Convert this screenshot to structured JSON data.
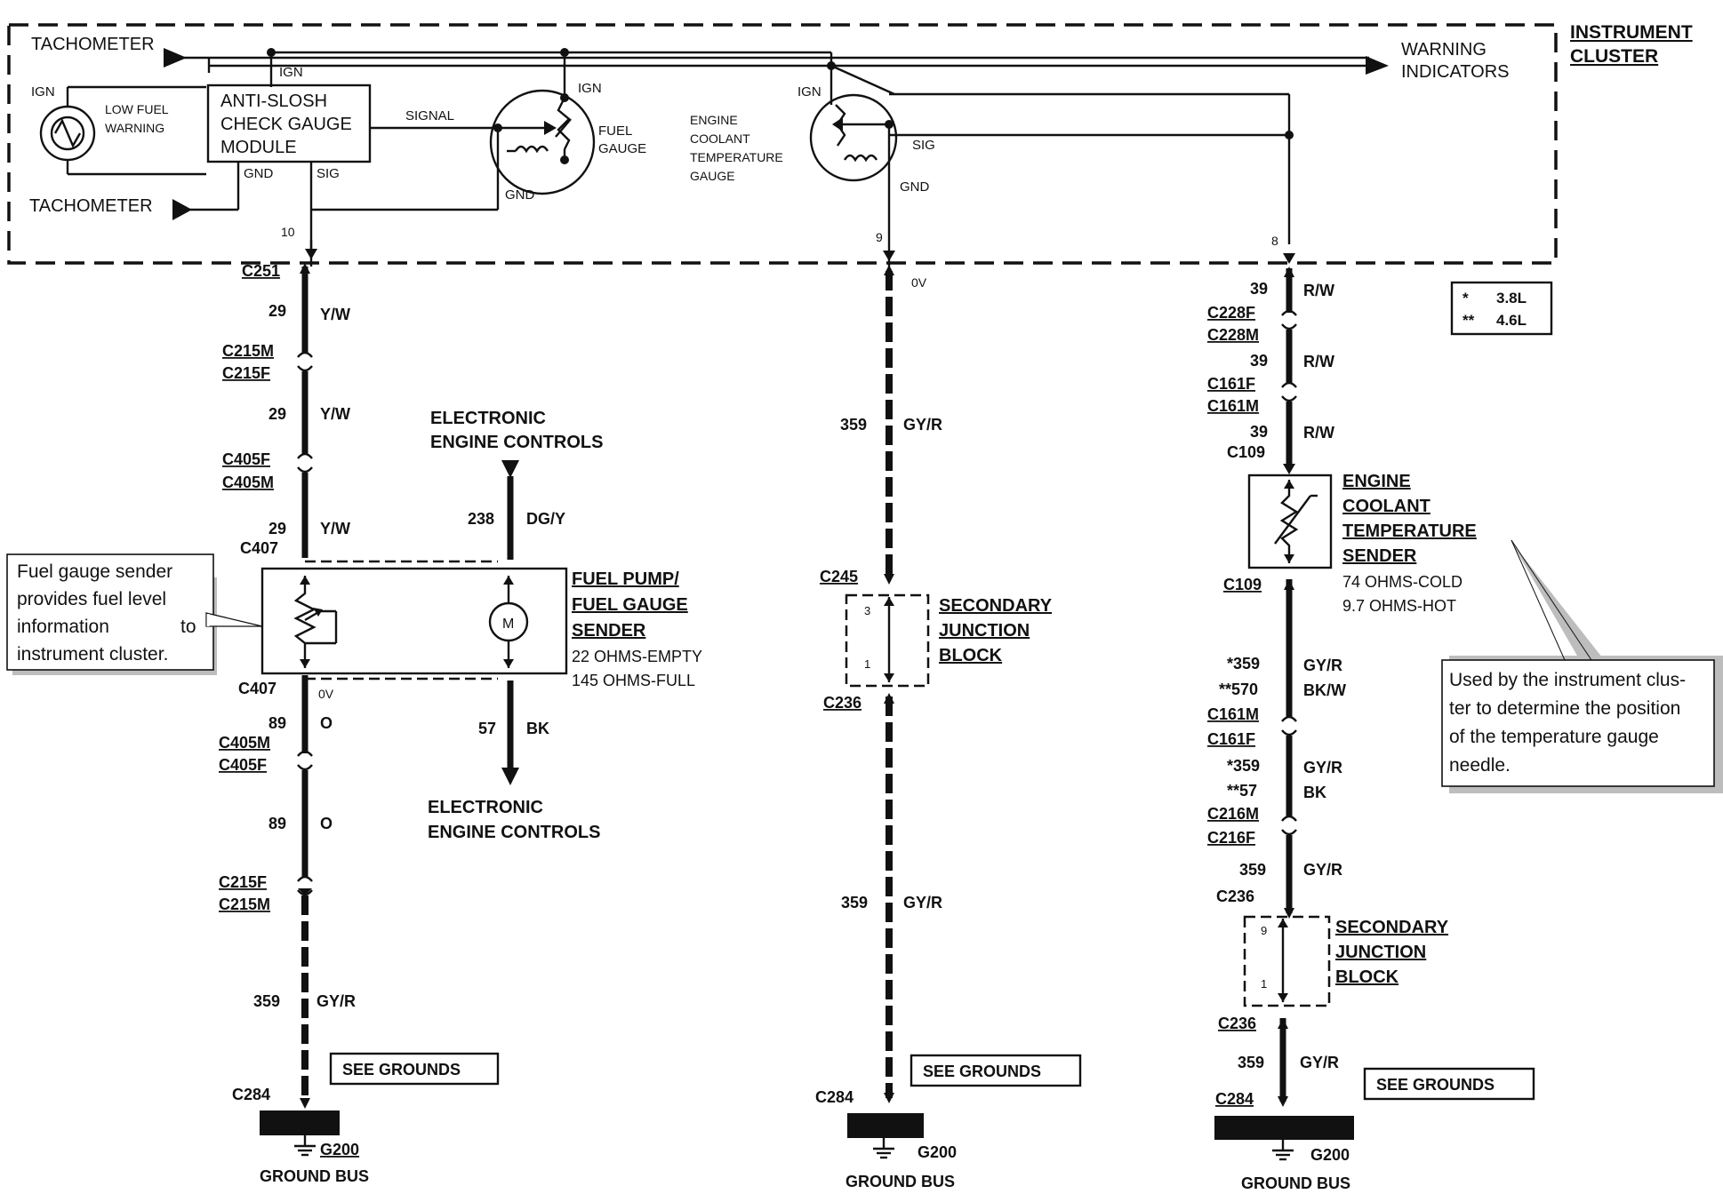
{
  "cluster": {
    "title_line1": "INSTRUMENT",
    "title_line2": "CLUSTER",
    "tachometer_top": "TACHOMETER",
    "tachometer_bottom": "TACHOMETER",
    "warning_line1": "WARNING",
    "warning_line2": "INDICATORS",
    "low_fuel_line1": "LOW FUEL",
    "low_fuel_line2": "WARNING",
    "ign": "IGN",
    "module_line1": "ANTI-SLOSH",
    "module_line2": "CHECK GAUGE",
    "module_line3": "MODULE",
    "gnd": "GND",
    "sig": "SIG",
    "signal": "SIGNAL",
    "fuel_gauge_line1": "FUEL",
    "fuel_gauge_line2": "GAUGE",
    "temp_gauge_line1": "ENGINE",
    "temp_gauge_line2": "COOLANT",
    "temp_gauge_line3": "TEMPERATURE",
    "temp_gauge_line4": "GAUGE",
    "pin_10": "10",
    "pin_9": "9",
    "pin_8": "8"
  },
  "legend": {
    "r1_mark": "*",
    "r1_value": "3.8L",
    "r2_mark": "**",
    "r2_value": "4.6L"
  },
  "left": {
    "c251": "C251",
    "c215m_a": "C215M",
    "c215f_a": "C215F",
    "c405f_a": "C405F",
    "c405m_a": "C405M",
    "c407_top": "C407",
    "c407_bot": "C407",
    "c405m_b": "C405M",
    "c405f_b": "C405F",
    "c215f_b": "C215F",
    "c215m_b": "C215M",
    "c284": "C284",
    "ckt1": "29",
    "col1": "Y/W",
    "ckt2": "29",
    "col2": "Y/W",
    "ckt3": "29",
    "col3": "Y/W",
    "ov": "0V",
    "ckt4": "89",
    "col4": "O",
    "ckt5": "89",
    "col5": "O",
    "ckt6": "359",
    "col6": "GY/R",
    "see_grounds": "SEE GROUNDS",
    "g200": "G200",
    "ground_bus": "GROUND BUS"
  },
  "sender": {
    "title_line1": "FUEL PUMP/",
    "title_line2": "FUEL GAUGE",
    "title_line3": "SENDER",
    "spec1": "22 OHMS-EMPTY",
    "spec2": "145 OHMS-FULL",
    "motor": "M",
    "eec_top_line1": "ELECTRONIC",
    "eec_top_line2": "ENGINE CONTROLS",
    "ckt238": "238",
    "col238": "DG/Y",
    "ckt57": "57",
    "col57": "BK",
    "eec_bot_line1": "ELECTRONIC",
    "eec_bot_line2": "ENGINE CONTROLS"
  },
  "callout_fuel": {
    "line1": "Fuel gauge sender",
    "line2": "provides fuel level",
    "line3a": "information",
    "line3b": "to",
    "line4": "instrument cluster."
  },
  "middle": {
    "ov": "0V",
    "ckt1": "359",
    "col1": "GY/R",
    "c245": "C245",
    "sjb_line1": "SECONDARY",
    "sjb_line2": "JUNCTION",
    "sjb_line3": "BLOCK",
    "pin_3": "3",
    "pin_1": "1",
    "c236": "C236",
    "ckt2": "359",
    "col2": "GY/R",
    "see_grounds": "SEE GROUNDS",
    "c284": "C284",
    "g200": "G200",
    "ground_bus": "GROUND BUS"
  },
  "right": {
    "ckt1": "39",
    "col1": "R/W",
    "c228f": "C228F",
    "c228m": "C228M",
    "ckt2": "39",
    "col2": "R/W",
    "c161f_a": "C161F",
    "c161m_a": "C161M",
    "ckt3": "39",
    "col3": "R/W",
    "c109_top": "C109",
    "ects_line1": "ENGINE",
    "ects_line2": "COOLANT",
    "ects_line3": "TEMPERATURE",
    "ects_line4": "SENDER",
    "ects_spec1": "74 OHMS-COLD",
    "ects_spec2": "9.7 OHMS-HOT",
    "c109_bot": "C109",
    "ckt4": "*359",
    "col4": "GY/R",
    "ckt5": "**570",
    "col5": "BK/W",
    "c161m_b": "C161M",
    "c161f_b": "C161F",
    "ckt6": "*359",
    "col6": "GY/R",
    "ckt7": "**57",
    "col7": "BK",
    "c216m": "C216M",
    "c216f": "C216F",
    "ckt8": "359",
    "col8": "GY/R",
    "c236_top": "C236",
    "sjb_line1": "SECONDARY",
    "sjb_line2": "JUNCTION",
    "sjb_line3": "BLOCK",
    "pin_9": "9",
    "pin_1": "1",
    "c236_bot": "C236",
    "ckt9": "359",
    "col9": "GY/R",
    "see_grounds": "SEE GROUNDS",
    "c284": "C284",
    "g200": "G200",
    "ground_bus": "GROUND BUS"
  },
  "callout_temp": {
    "line1": "Used by the instrument clus-",
    "line2": "ter to determine the position",
    "line3": "of the temperature gauge",
    "line4": "needle."
  }
}
